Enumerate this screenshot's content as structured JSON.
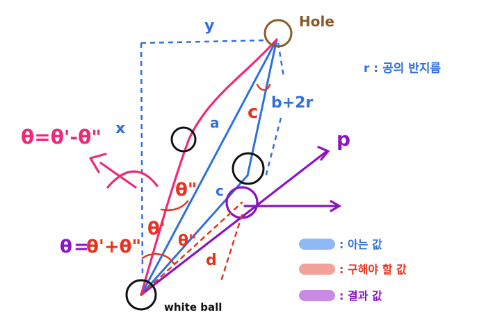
{
  "colors": {
    "blue": "#2f6fe0",
    "pink": "#f0287a",
    "red": "#e8321e",
    "purple": "#8a12c8",
    "brown": "#8a5a2b",
    "black": "#111111",
    "legend_blue": "#8fb9f5",
    "legend_red": "#f2a29a",
    "legend_purple": "#c98ae6"
  },
  "labels": {
    "hole": "Hole",
    "white_ball": "white ball",
    "y": "y",
    "x": "x",
    "radius_note": "r : 공의 반지름",
    "b_plus_2r": "b+2r",
    "a": "a",
    "c_red": "c",
    "c_blue": "c",
    "d": "d",
    "p": "p",
    "theta_double_prime_upper": "θ\"",
    "theta_prime": "θ'",
    "theta_double_prime_lower": "θ\"",
    "formula_diff": "θ=θ'-θ\"",
    "formula_sum_theta": "θ",
    "formula_sum_eq": "=",
    "formula_sum_rhs": "θ'+θ\""
  },
  "legend": [
    {
      "label": ": 아는 값",
      "color": "legend_blue"
    },
    {
      "label": ": 구해야 할 값",
      "color": "legend_red"
    },
    {
      "label": ": 결과 값",
      "color": "legend_purple"
    }
  ]
}
